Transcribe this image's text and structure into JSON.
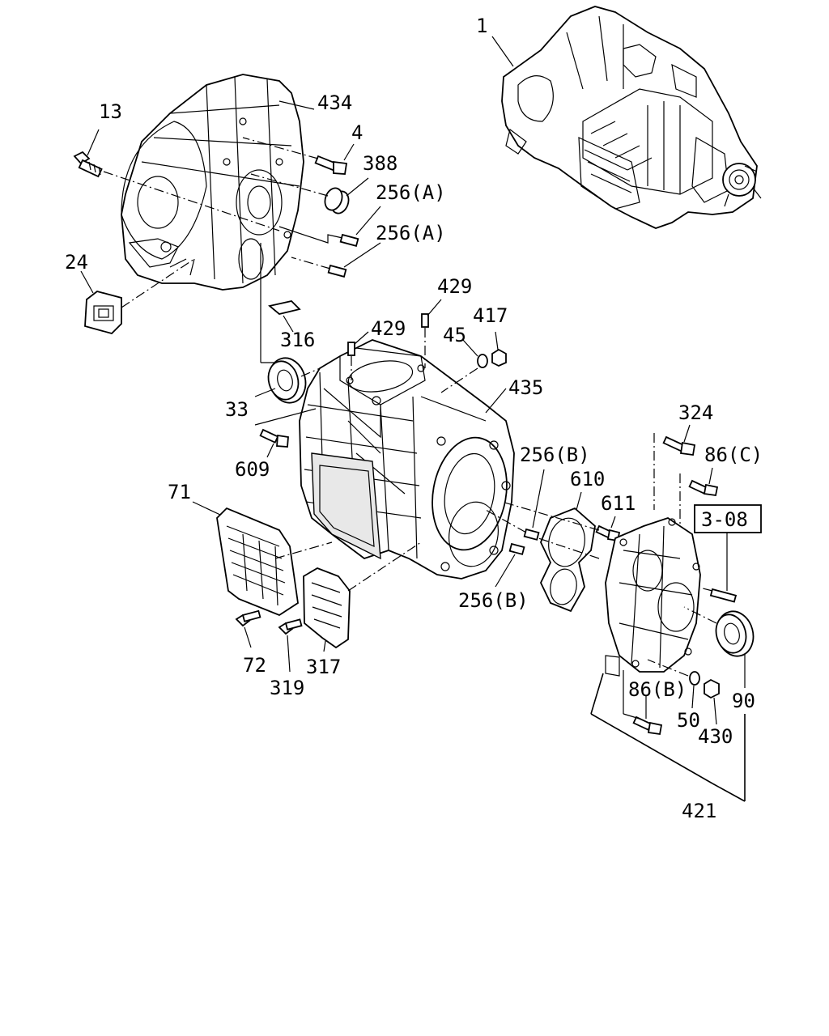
{
  "callouts": [
    {
      "id": "c-1",
      "text": "1"
    },
    {
      "id": "c-13",
      "text": "13"
    },
    {
      "id": "c-434",
      "text": "434"
    },
    {
      "id": "c-4",
      "text": "4"
    },
    {
      "id": "c-388",
      "text": "388"
    },
    {
      "id": "c-256a-1",
      "text": "256(A)"
    },
    {
      "id": "c-256a-2",
      "text": "256(A)"
    },
    {
      "id": "c-24",
      "text": "24"
    },
    {
      "id": "c-429-1",
      "text": "429"
    },
    {
      "id": "c-429-2",
      "text": "429"
    },
    {
      "id": "c-45",
      "text": "45"
    },
    {
      "id": "c-417",
      "text": "417"
    },
    {
      "id": "c-316",
      "text": "316"
    },
    {
      "id": "c-33",
      "text": "33"
    },
    {
      "id": "c-435",
      "text": "435"
    },
    {
      "id": "c-609",
      "text": "609"
    },
    {
      "id": "c-324",
      "text": "324"
    },
    {
      "id": "c-86c",
      "text": "86(C)"
    },
    {
      "id": "c-256b-1",
      "text": "256(B)"
    },
    {
      "id": "c-71",
      "text": "71"
    },
    {
      "id": "c-610",
      "text": "610"
    },
    {
      "id": "c-611",
      "text": "611"
    },
    {
      "id": "c-ref",
      "text": "3-08"
    },
    {
      "id": "c-256b-2",
      "text": "256(B)"
    },
    {
      "id": "c-72",
      "text": "72"
    },
    {
      "id": "c-317",
      "text": "317"
    },
    {
      "id": "c-319",
      "text": "319"
    },
    {
      "id": "c-86b",
      "text": "86(B)"
    },
    {
      "id": "c-90",
      "text": "90"
    },
    {
      "id": "c-50",
      "text": "50"
    },
    {
      "id": "c-430",
      "text": "430"
    },
    {
      "id": "c-421",
      "text": "421"
    }
  ]
}
